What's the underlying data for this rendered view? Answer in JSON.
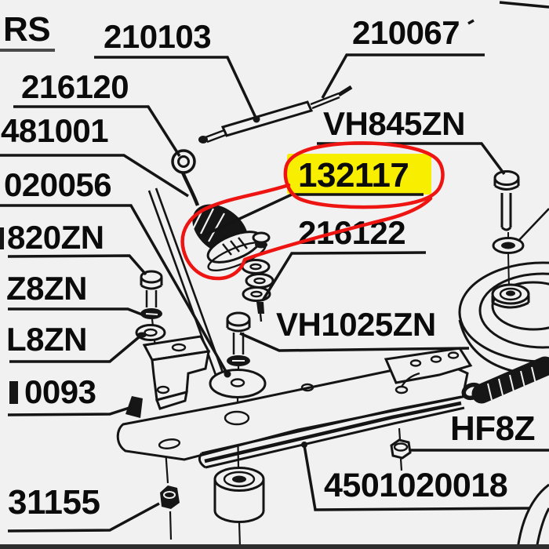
{
  "diagram_type": "exploded-parts-diagram",
  "title_fragment": {
    "text": "RS"
  },
  "colors": {
    "background": "#f1f1f1",
    "line_art": "#141414",
    "highlight_yellow": "#f8ee00",
    "annotation_red": "#ee1411",
    "footer_bar": "#2e2e2e"
  },
  "highlighted_part": {
    "number": "132117",
    "is_circled": true,
    "is_highlighted": true
  },
  "labels": {
    "l210103": {
      "text": "210103"
    },
    "l210067": {
      "text": "210067"
    },
    "l216120": {
      "text": "216120"
    },
    "l481001": {
      "text": "481001"
    },
    "l020056": {
      "text": "020056"
    },
    "lVH845ZN": {
      "text": "VH845ZN"
    },
    "l132117": {
      "text": "132117"
    },
    "l216122": {
      "text": "216122"
    },
    "l820ZN": {
      "text": "820ZN"
    },
    "lZ8ZN": {
      "text": "Z8ZN"
    },
    "lL8ZN": {
      "text": "L8ZN"
    },
    "l0093": {
      "text": "0093"
    },
    "lVH1025ZN": {
      "text": "VH1025ZN"
    },
    "lHF8Z": {
      "text": "HF8Z"
    },
    "l4501020018": {
      "text": "4501020018"
    },
    "l31155": {
      "text": "31155"
    }
  }
}
